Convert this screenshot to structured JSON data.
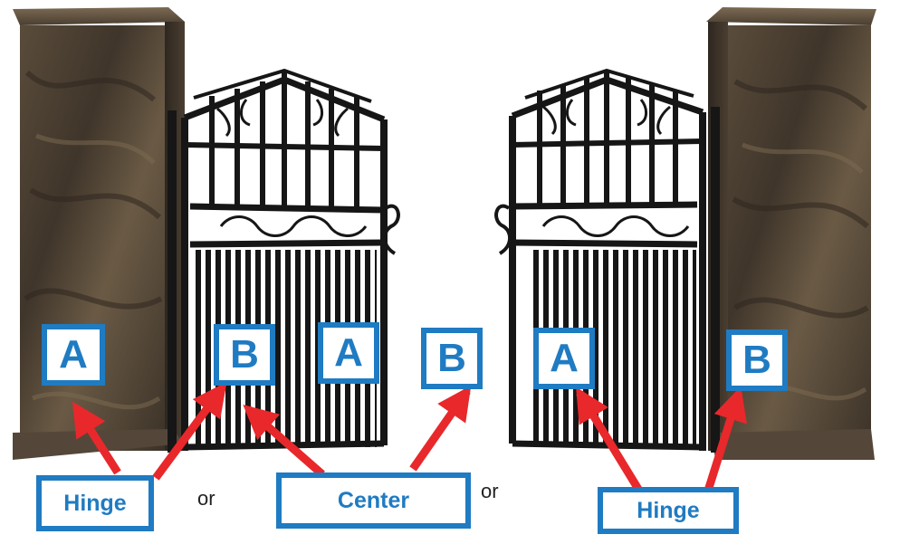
{
  "labels": {
    "left_pillar": "A",
    "left_gate_hinge_side": "B",
    "left_gate_center_side": "A",
    "center_gap": "B",
    "right_gate": "A",
    "right_pillar": "B"
  },
  "captions": {
    "left": "Hinge",
    "center": "Center",
    "right": "Hinge"
  },
  "separators": {
    "first": "or",
    "second": "or"
  },
  "colors": {
    "label_blue": "#1f7bc2",
    "arrow_red": "#e8282b",
    "stone": "#4e4234",
    "iron": "#161616"
  }
}
